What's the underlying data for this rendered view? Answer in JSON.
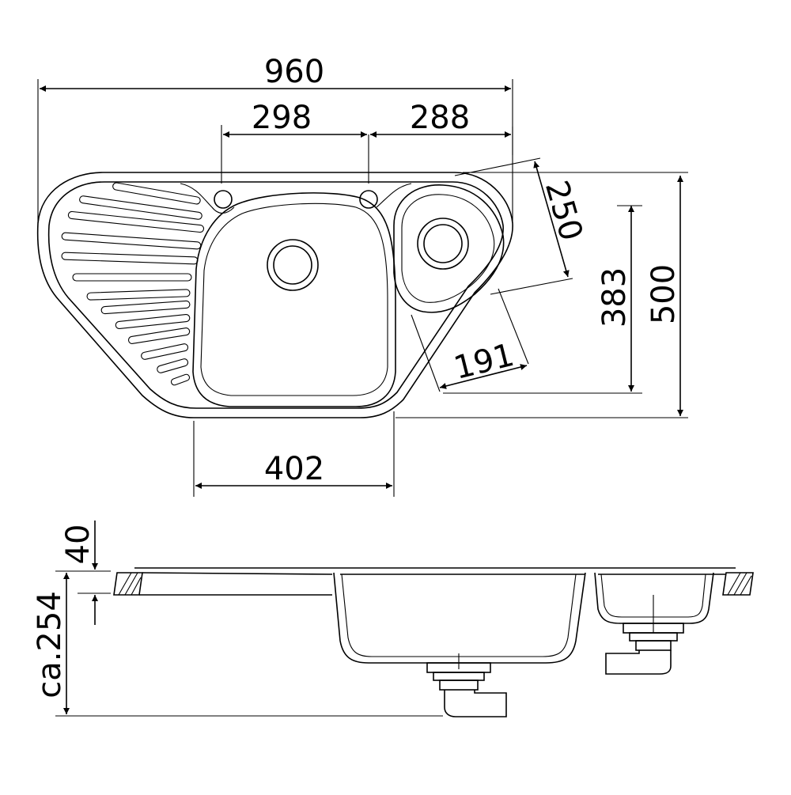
{
  "colors": {
    "line": "#000000",
    "background": "#ffffff"
  },
  "top_view": {
    "dim_overall_width": "960",
    "dim_left_bowl_offset": "298",
    "dim_right_bowl_offset": "288",
    "dim_small_bowl_length": "250",
    "dim_depth_to_front": "383",
    "dim_overall_depth": "500",
    "dim_small_bowl_width": "191",
    "dim_main_bowl_width": "402"
  },
  "side_view": {
    "dim_rim_height": "40",
    "dim_total_depth": "ca.254"
  }
}
